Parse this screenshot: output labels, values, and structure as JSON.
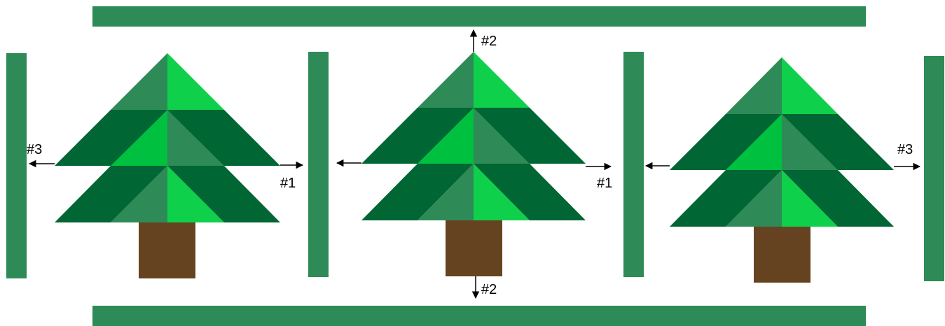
{
  "colors": {
    "frame_bar": "#2E8B57",
    "dark_green": "#006633",
    "mid_green": "#2E8B57",
    "bright_green": "#00C040",
    "light_green": "#0FD04A",
    "trunk": "#654321",
    "arrow": "#000000"
  },
  "labels": {
    "arrow_1": "#1",
    "arrow_2": "#2",
    "arrow_3": "#3"
  },
  "trees": [
    {
      "id": "left",
      "arrows": [
        "#3 left",
        "#1 right"
      ]
    },
    {
      "id": "middle",
      "arrows": [
        "#2 up",
        "#2 down",
        "#1 right",
        "unlabeled left"
      ]
    },
    {
      "id": "right",
      "arrows": [
        "#3 right",
        "unlabeled left"
      ]
    }
  ]
}
